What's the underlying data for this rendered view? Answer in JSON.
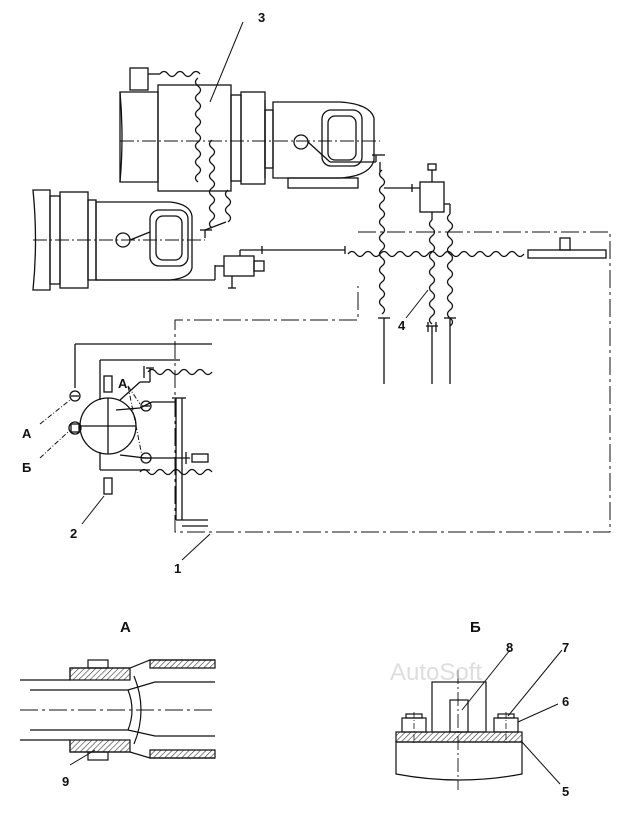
{
  "labels": {
    "callout_1": "1",
    "callout_2": "2",
    "callout_3": "3",
    "callout_4": "4",
    "callout_5": "5",
    "callout_6": "6",
    "callout_7": "7",
    "callout_8": "8",
    "callout_9": "9",
    "callout_A1": "А",
    "callout_A2": "А",
    "callout_B": "Б"
  },
  "detail_titles": {
    "detail_a": "А",
    "detail_b": "Б"
  },
  "watermark": "AutoSoft",
  "colors": {
    "ink": "#111111",
    "hatch": "#444444",
    "background": "#ffffff"
  }
}
